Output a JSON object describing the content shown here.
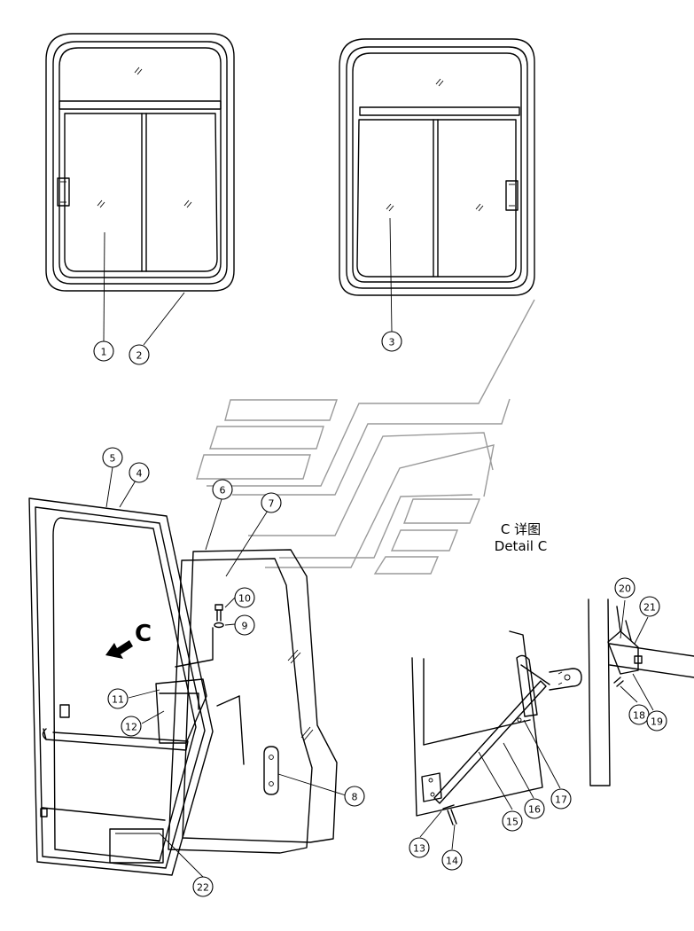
{
  "detail": {
    "title_cn": "C 详图",
    "title_en": "Detail C"
  },
  "view_marker": "C",
  "callouts": [
    "1",
    "2",
    "3",
    "4",
    "5",
    "6",
    "7",
    "8",
    "9",
    "10",
    "11",
    "12",
    "13",
    "14",
    "15",
    "16",
    "17",
    "18",
    "19",
    "20",
    "21",
    "22"
  ]
}
